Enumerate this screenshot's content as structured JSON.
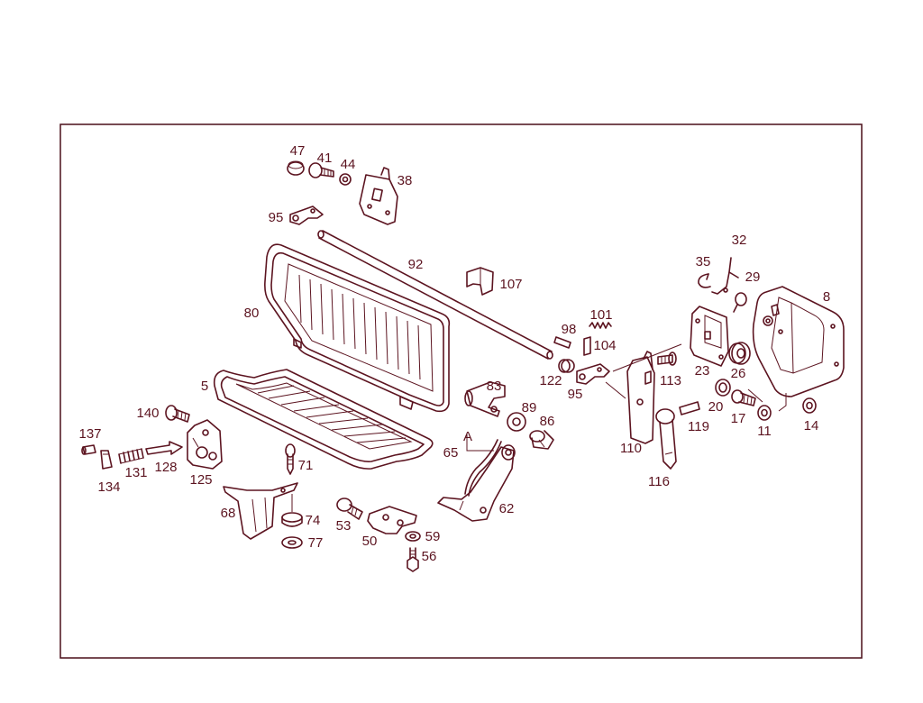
{
  "colors": {
    "ink": "#5c1420",
    "frame": "#4a0e18",
    "background": "#ffffff"
  },
  "parts": [
    {
      "id": "p47",
      "label": "47"
    },
    {
      "id": "p41",
      "label": "41"
    },
    {
      "id": "p44",
      "label": "44"
    },
    {
      "id": "p38",
      "label": "38"
    },
    {
      "id": "p95a",
      "label": "95"
    },
    {
      "id": "p92",
      "label": "92"
    },
    {
      "id": "p107",
      "label": "107"
    },
    {
      "id": "p80",
      "label": "80"
    },
    {
      "id": "p5",
      "label": "5"
    },
    {
      "id": "p32",
      "label": "32"
    },
    {
      "id": "p35",
      "label": "35"
    },
    {
      "id": "p29",
      "label": "29"
    },
    {
      "id": "p8",
      "label": "8"
    },
    {
      "id": "p101",
      "label": "101"
    },
    {
      "id": "p98",
      "label": "98"
    },
    {
      "id": "p104",
      "label": "104"
    },
    {
      "id": "p122",
      "label": "122"
    },
    {
      "id": "p95b",
      "label": "95"
    },
    {
      "id": "p113",
      "label": "113"
    },
    {
      "id": "p23",
      "label": "23"
    },
    {
      "id": "p26",
      "label": "26"
    },
    {
      "id": "p20",
      "label": "20"
    },
    {
      "id": "p17",
      "label": "17"
    },
    {
      "id": "p11",
      "label": "11"
    },
    {
      "id": "p14",
      "label": "14"
    },
    {
      "id": "p119",
      "label": "119"
    },
    {
      "id": "p110",
      "label": "110"
    },
    {
      "id": "p116",
      "label": "116"
    },
    {
      "id": "p83",
      "label": "83"
    },
    {
      "id": "p89",
      "label": "89"
    },
    {
      "id": "p86",
      "label": "86"
    },
    {
      "id": "p140",
      "label": "140"
    },
    {
      "id": "p137",
      "label": "137"
    },
    {
      "id": "p131",
      "label": "131"
    },
    {
      "id": "p128",
      "label": "128"
    },
    {
      "id": "p134",
      "label": "134"
    },
    {
      "id": "p125",
      "label": "125"
    },
    {
      "id": "p71",
      "label": "71"
    },
    {
      "id": "p65",
      "label": "65"
    },
    {
      "id": "pA",
      "label": "A"
    },
    {
      "id": "p62",
      "label": "62"
    },
    {
      "id": "p68",
      "label": "68"
    },
    {
      "id": "p74",
      "label": "74"
    },
    {
      "id": "p77",
      "label": "77"
    },
    {
      "id": "p53",
      "label": "53"
    },
    {
      "id": "p50",
      "label": "50"
    },
    {
      "id": "p59",
      "label": "59"
    },
    {
      "id": "p56",
      "label": "56"
    }
  ]
}
